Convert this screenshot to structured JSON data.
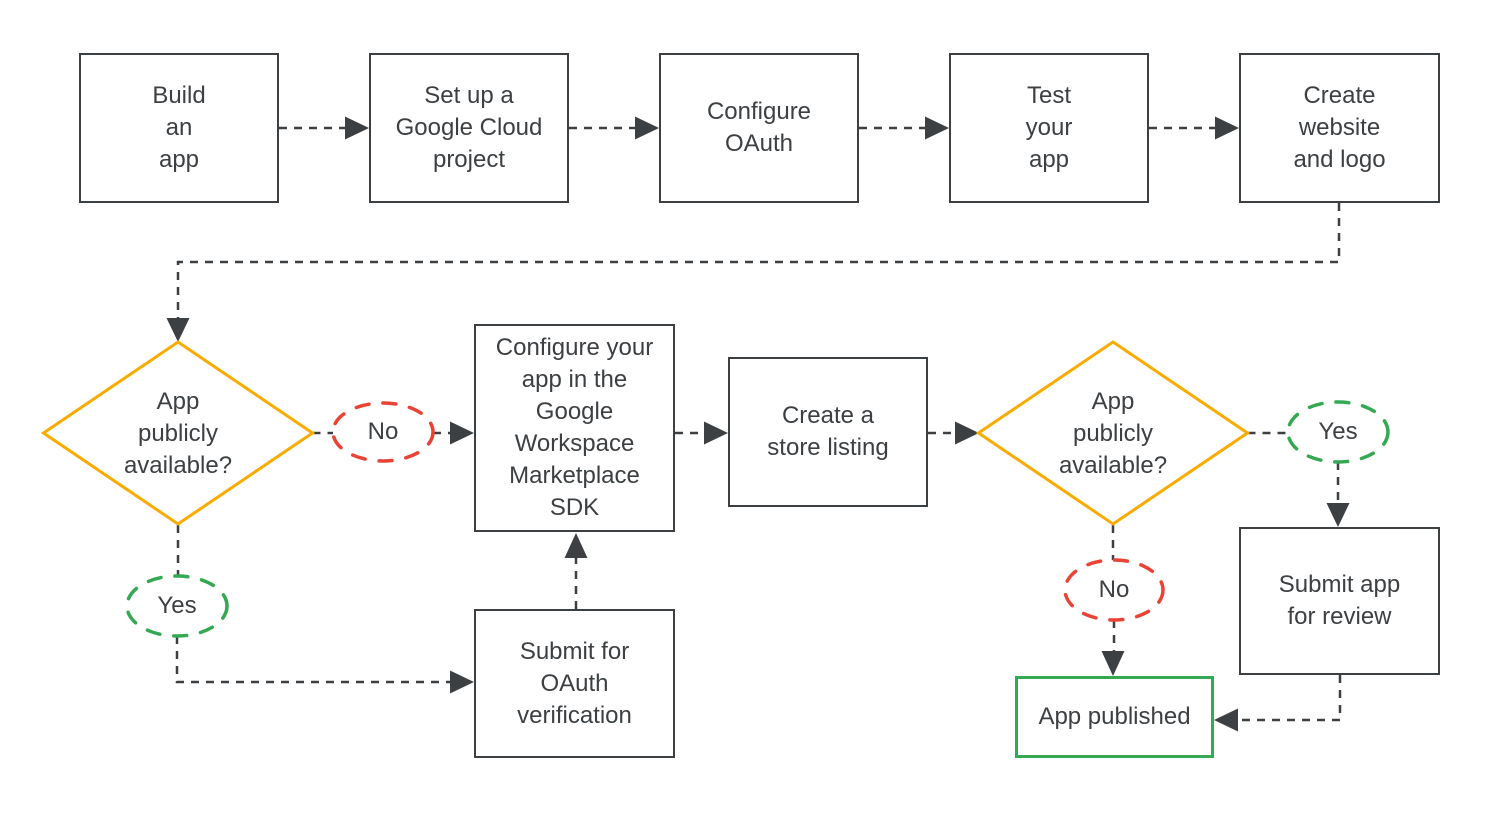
{
  "colors": {
    "dark": "#3C4043",
    "yellow": "#F9AB00",
    "green": "#34A853",
    "red": "#EA4335",
    "background": "#FFFFFF"
  },
  "nodes": {
    "build_app": {
      "type": "process",
      "label": "Build\nan\napp"
    },
    "cloud_project": {
      "type": "process",
      "label": "Set up a\nGoogle Cloud\nproject"
    },
    "configure_oauth": {
      "type": "process",
      "label": "Configure\nOAuth"
    },
    "test_app": {
      "type": "process",
      "label": "Test\nyour\napp"
    },
    "website_logo": {
      "type": "process",
      "label": "Create\nwebsite\nand logo"
    },
    "decision_public_1": {
      "type": "decision",
      "label": "App\npublicly\navailable?"
    },
    "marketplace_sdk": {
      "type": "process",
      "label": "Configure your\napp in the\nGoogle\nWorkspace\nMarketplace\nSDK"
    },
    "store_listing": {
      "type": "process",
      "label": "Create a\nstore listing"
    },
    "decision_public_2": {
      "type": "decision",
      "label": "App\npublicly\navailable?"
    },
    "oauth_verification": {
      "type": "process",
      "label": "Submit for\nOAuth\nverification"
    },
    "submit_review": {
      "type": "process",
      "label": "Submit app\nfor review"
    },
    "app_published": {
      "type": "terminal",
      "label": "App published"
    }
  },
  "edge_labels": {
    "no_1": "No",
    "yes_1": "Yes",
    "yes_2": "Yes",
    "no_2": "No"
  }
}
